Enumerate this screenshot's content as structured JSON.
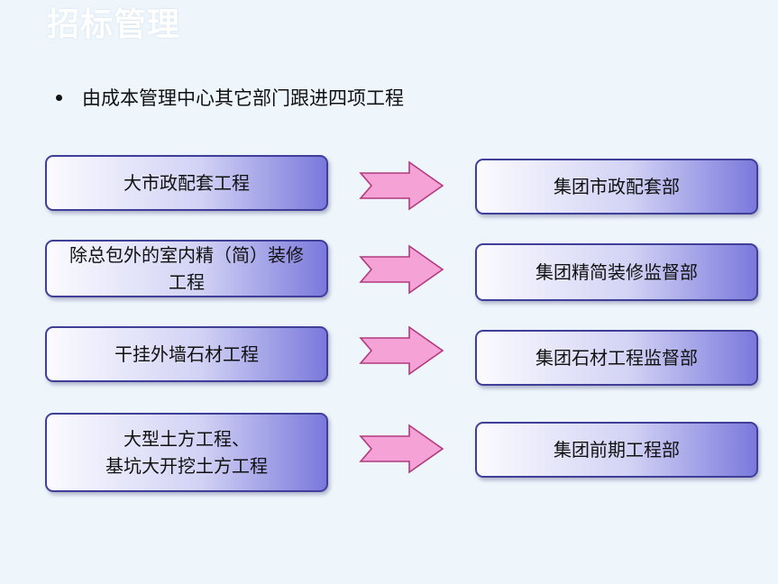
{
  "slide": {
    "title": "招标管理",
    "bullet": "由成本管理中心其它部门跟进四项工程"
  },
  "rows": [
    {
      "project": "大市政配套工程",
      "department": "集团市政配套部"
    },
    {
      "project": "除总包外的室内精（简）装修\n工程",
      "department": "集团精简装修监督部"
    },
    {
      "project": "干挂外墙石材工程",
      "department": "集团石材工程监督部"
    },
    {
      "project": "大型土方工程、\n基坑大开挖土方工程",
      "department": "集团前期工程部"
    }
  ],
  "colors": {
    "background": "#eef6fc",
    "box_gradient_start": "#fbfbff",
    "box_gradient_end": "#7a79dc",
    "box_border": "#3f3f9a",
    "arrow_fill": "#f5a3d6",
    "arrow_stroke": "#b2397f"
  },
  "icons": {
    "arrow": "right-chevron-arrow-icon"
  }
}
